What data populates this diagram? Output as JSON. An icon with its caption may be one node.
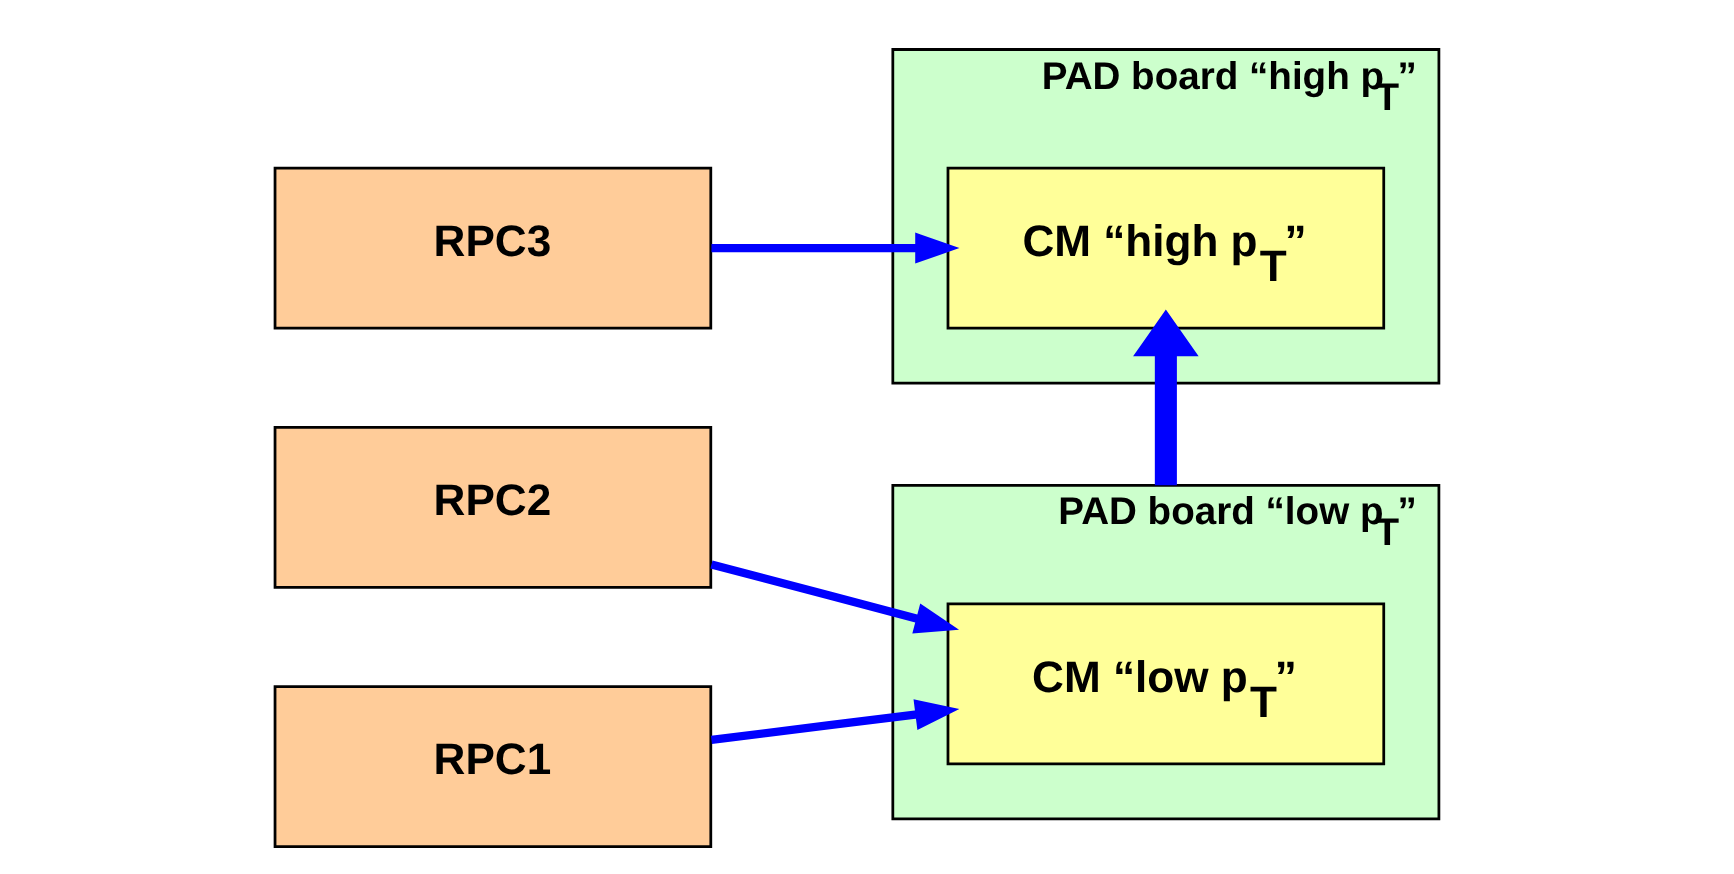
{
  "diagram": {
    "nodes": [
      {
        "text": [
          "RPC3"
        ]
      },
      {
        "text": [
          "PAD board “high p$_{T}$”"
        ]
      },
      {
        "text": [
          "CM “high p$_{T}$”"
        ],
        "in": 1
      },
      {
        "text": [
          "RPC2"
        ]
      },
      {
        "text": [
          "RPC1"
        ]
      },
      {
        "text": [
          "PAD board “low p$_{T}$”"
        ]
      },
      {
        "text": [
          "CM “low p$_{T}$”"
        ],
        "in": 5
      }
    ],
    "edges": [
      {
        "from": 0,
        "to": 2,
        "arrow": "to"
      },
      {
        "from": 5,
        "to": 2,
        "arrow": "to",
        "style": "thick"
      },
      {
        "from": 3,
        "to": 6,
        "arrow": "to"
      },
      {
        "from": 4,
        "to": 6,
        "arrow": "to"
      }
    ]
  }
}
